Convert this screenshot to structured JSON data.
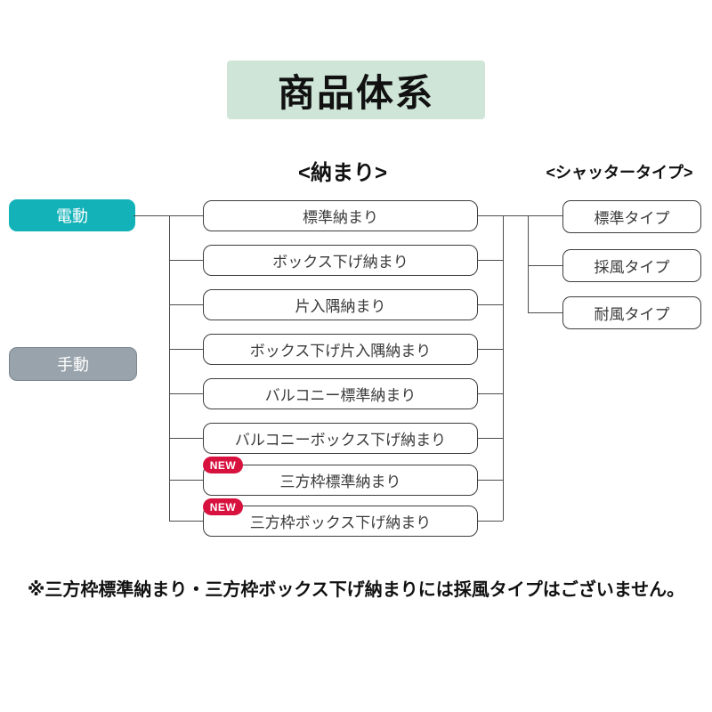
{
  "title": {
    "text": "商品体系",
    "bg_color": "#cfe5d8"
  },
  "columns": {
    "osamari_header": "<納まり>",
    "shutter_type_header": "<シャッタータイプ>"
  },
  "drive_nodes": [
    {
      "label": "電動",
      "color": "#12b2b8"
    },
    {
      "label": "手動",
      "color": "#99a3ab"
    }
  ],
  "osamari_nodes": [
    {
      "label": "標準納まり",
      "new": false
    },
    {
      "label": "ボックス下げ納まり",
      "new": false
    },
    {
      "label": "片入隅納まり",
      "new": false
    },
    {
      "label": "ボックス下げ片入隅納まり",
      "new": false
    },
    {
      "label": "バルコニー標準納まり",
      "new": false
    },
    {
      "label": "バルコニーボックス下げ納まり",
      "new": false
    },
    {
      "label": "三方枠標準納まり",
      "new": true
    },
    {
      "label": "三方枠ボックス下げ納まり",
      "new": true
    }
  ],
  "type_nodes": [
    {
      "label": "標準タイプ"
    },
    {
      "label": "採風タイプ"
    },
    {
      "label": "耐風タイプ"
    }
  ],
  "badge": {
    "label": "NEW",
    "color": "#d8123f"
  },
  "note": {
    "text": "※三方枠標準納まり・三方枠ボックス下げ納まりには採風タイプはございません。"
  }
}
